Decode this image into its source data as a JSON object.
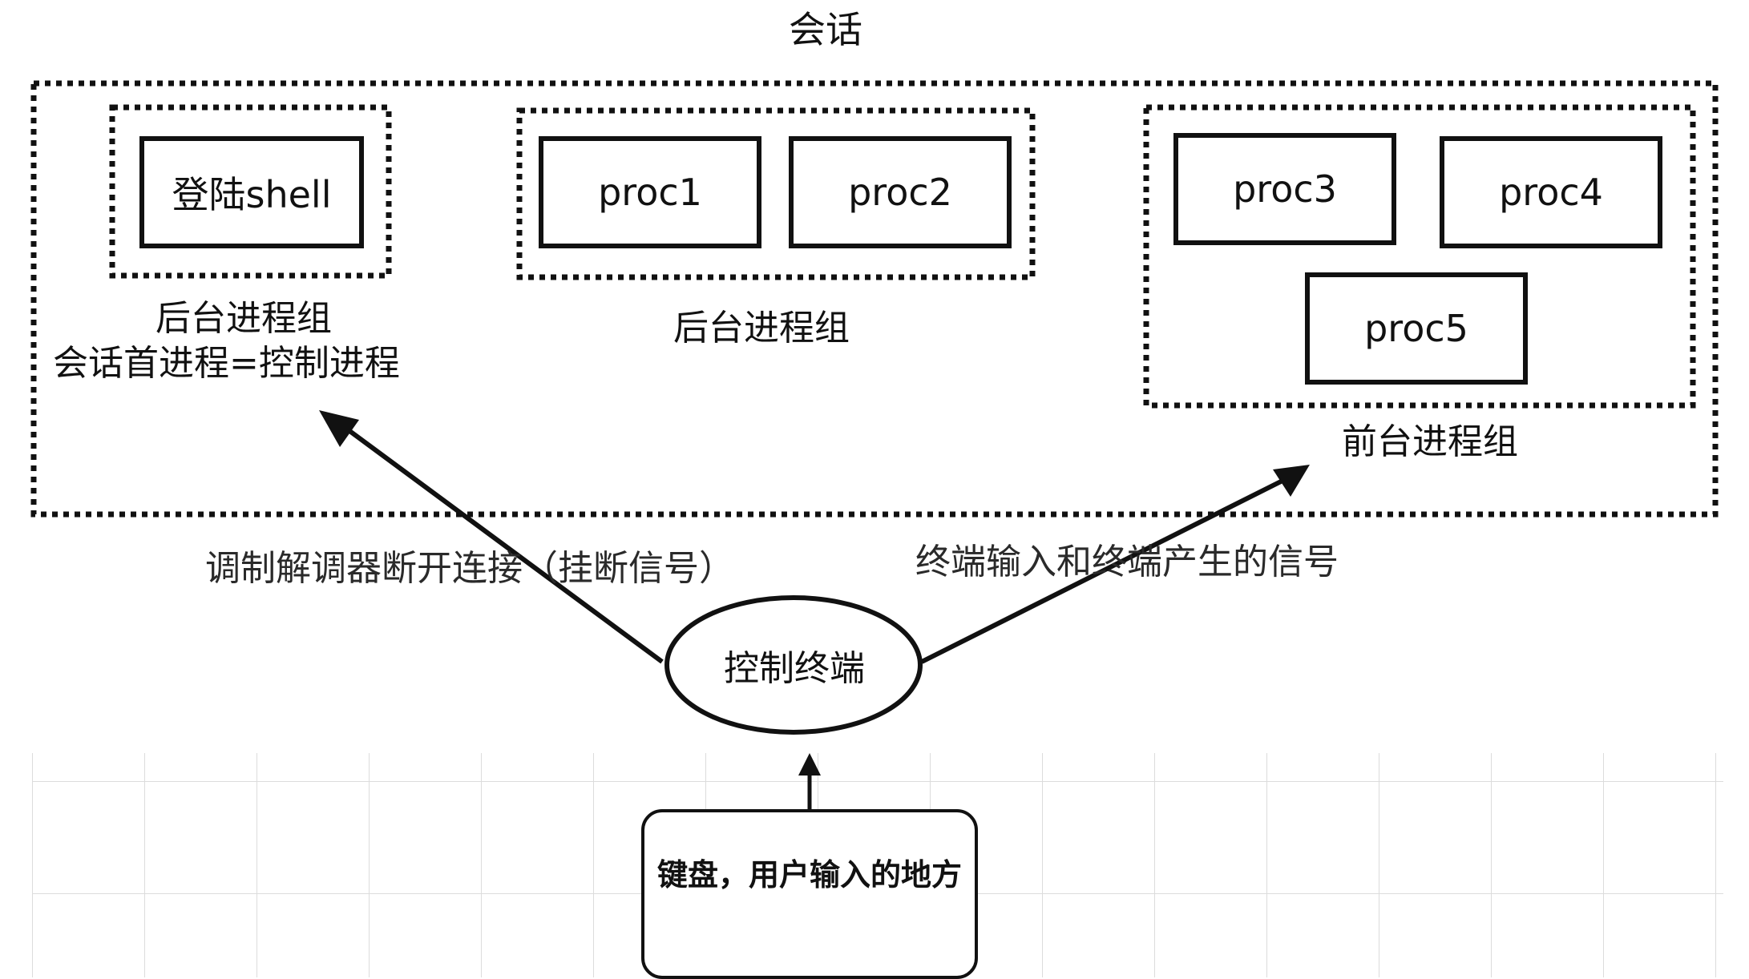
{
  "session": {
    "title": "会话"
  },
  "groups": {
    "login": {
      "box_label": "登陆shell",
      "label_line1": "后台进程组",
      "label_line2": "会话首进程=控制进程"
    },
    "background": {
      "procs": [
        "proc1",
        "proc2"
      ],
      "label": "后台进程组"
    },
    "foreground": {
      "procs": [
        "proc3",
        "proc4",
        "proc5"
      ],
      "label": "前台进程组"
    }
  },
  "arrows": {
    "left_label": "调制解调器断开连接（挂断信号）",
    "right_label": "终端输入和终端产生的信号"
  },
  "terminal": {
    "label": "控制终端"
  },
  "keyboard": {
    "label": "键盘，用户输入的地方"
  }
}
